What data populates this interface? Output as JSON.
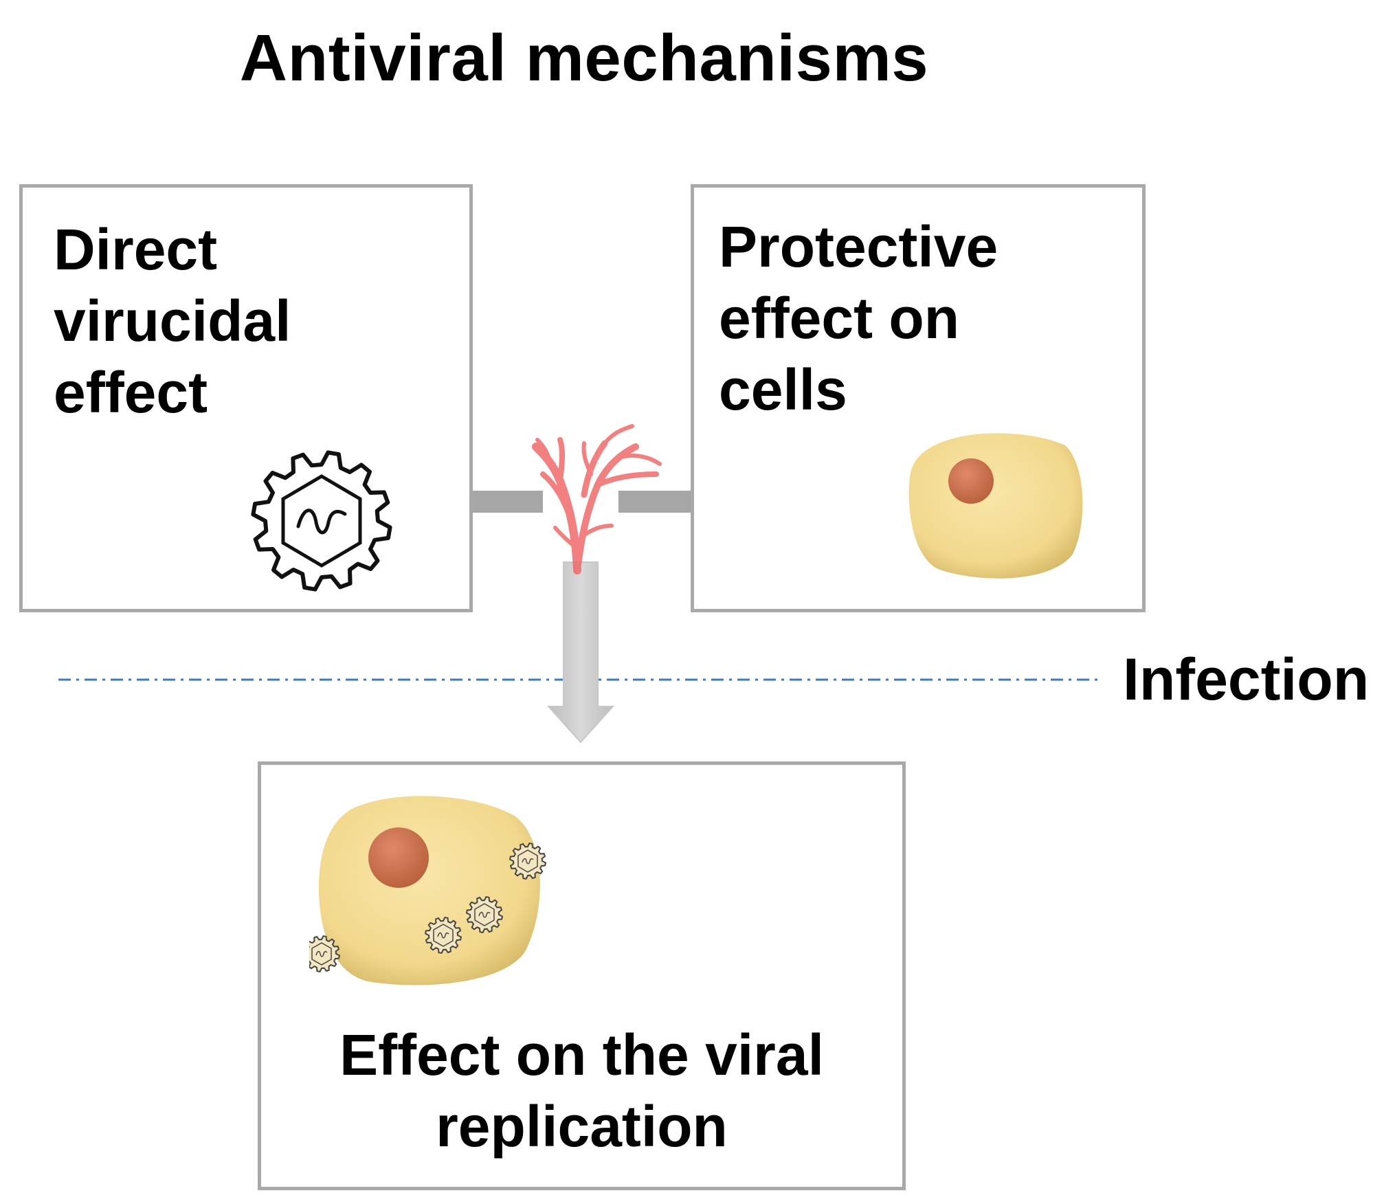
{
  "title": "Antiviral mechanisms",
  "boxes": {
    "virucidal": {
      "lines": [
        "Direct",
        "virucidal",
        "effect"
      ]
    },
    "protective": {
      "lines": [
        "Protective",
        "effect on",
        "cells"
      ]
    },
    "replication": {
      "lines": [
        "Effect on the viral",
        "replication"
      ]
    }
  },
  "infection_label": "Infection",
  "colors": {
    "box_border": "#a9a9a9",
    "arrow": "#a6a6a6",
    "infection_line": "#3a7ac8",
    "cell_fill": "#f5dc95",
    "nucleus": "#d2754a",
    "seaweed": "#f06a6a"
  },
  "icons": [
    "virus-icon",
    "cell-icon",
    "seaweed-icon",
    "arrow-left-icon",
    "arrow-right-icon",
    "arrow-down-icon"
  ]
}
